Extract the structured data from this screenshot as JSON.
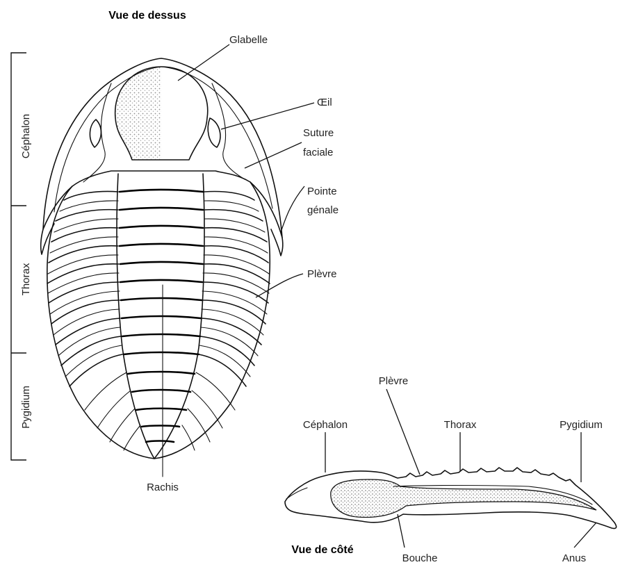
{
  "top_view": {
    "title": "Vue de dessus",
    "regions": {
      "cephalon": "Céphalon",
      "thorax": "Thorax",
      "pygidium": "Pygidium"
    },
    "labels": {
      "glabelle": "Glabelle",
      "oeil": "Œil",
      "suture_line1": "Suture",
      "suture_line2": "faciale",
      "pointe_line1": "Pointe",
      "pointe_line2": "génale",
      "plevre": "Plèvre",
      "rachis": "Rachis"
    }
  },
  "side_view": {
    "title": "Vue de côté",
    "labels": {
      "plevre": "Plèvre",
      "cephalon": "Céphalon",
      "thorax": "Thorax",
      "pygidium": "Pygidium",
      "bouche": "Bouche",
      "anus": "Anus"
    }
  }
}
